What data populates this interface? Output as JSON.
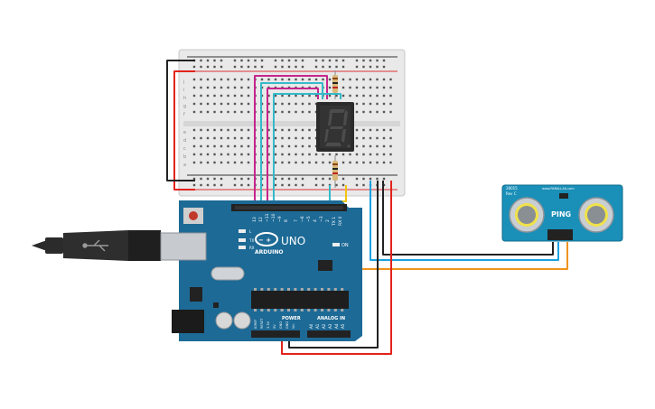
{
  "arduino": {
    "brand": "ARDUINO",
    "model": "UNO",
    "on_label": "ON",
    "tx_label": "TX",
    "rx_label": "RX",
    "l_label": "L",
    "power_header": "POWER",
    "analog_header": "ANALOG IN",
    "digital_pin_labels": [
      "13",
      "12",
      "~11",
      "~10",
      "~9",
      "8",
      "7",
      "~6",
      "~5",
      "4",
      "~3",
      "2",
      "TX 1",
      "RX 0"
    ],
    "analog_pin_labels": [
      "A0",
      "A1",
      "A2",
      "A3",
      "A4",
      "A5"
    ],
    "power_pin_labels": [
      "IOREF",
      "RESET",
      "3.3V",
      "5V",
      "GND",
      "GND",
      "Vin"
    ]
  },
  "sensor": {
    "model_label": "PING",
    "brand_label": "www.PARALLAX.com",
    "part_label": "28015",
    "rev_label": "Rev C"
  },
  "breadboard": {
    "row_letters_top": [
      "j",
      "i",
      "h",
      "g",
      "f"
    ],
    "row_letters_bottom": [
      "e",
      "d",
      "c",
      "b",
      "a"
    ]
  },
  "seven_segment": {
    "digit": "8"
  },
  "colors": {
    "board": "#1d6a96",
    "breadboard": "#e6e6e6",
    "sensor": "#1a8fb8",
    "wire_red": "#e2231a",
    "wire_black": "#222222",
    "wire_blue": "#1ba1e2",
    "wire_orange": "#f0931e",
    "wire_magenta": "#c6268d",
    "wire_cyan": "#35b9c9",
    "wire_yellow": "#f2c40f",
    "segment_off": "#4a4a4a",
    "segment_body": "#2b2b2b"
  }
}
